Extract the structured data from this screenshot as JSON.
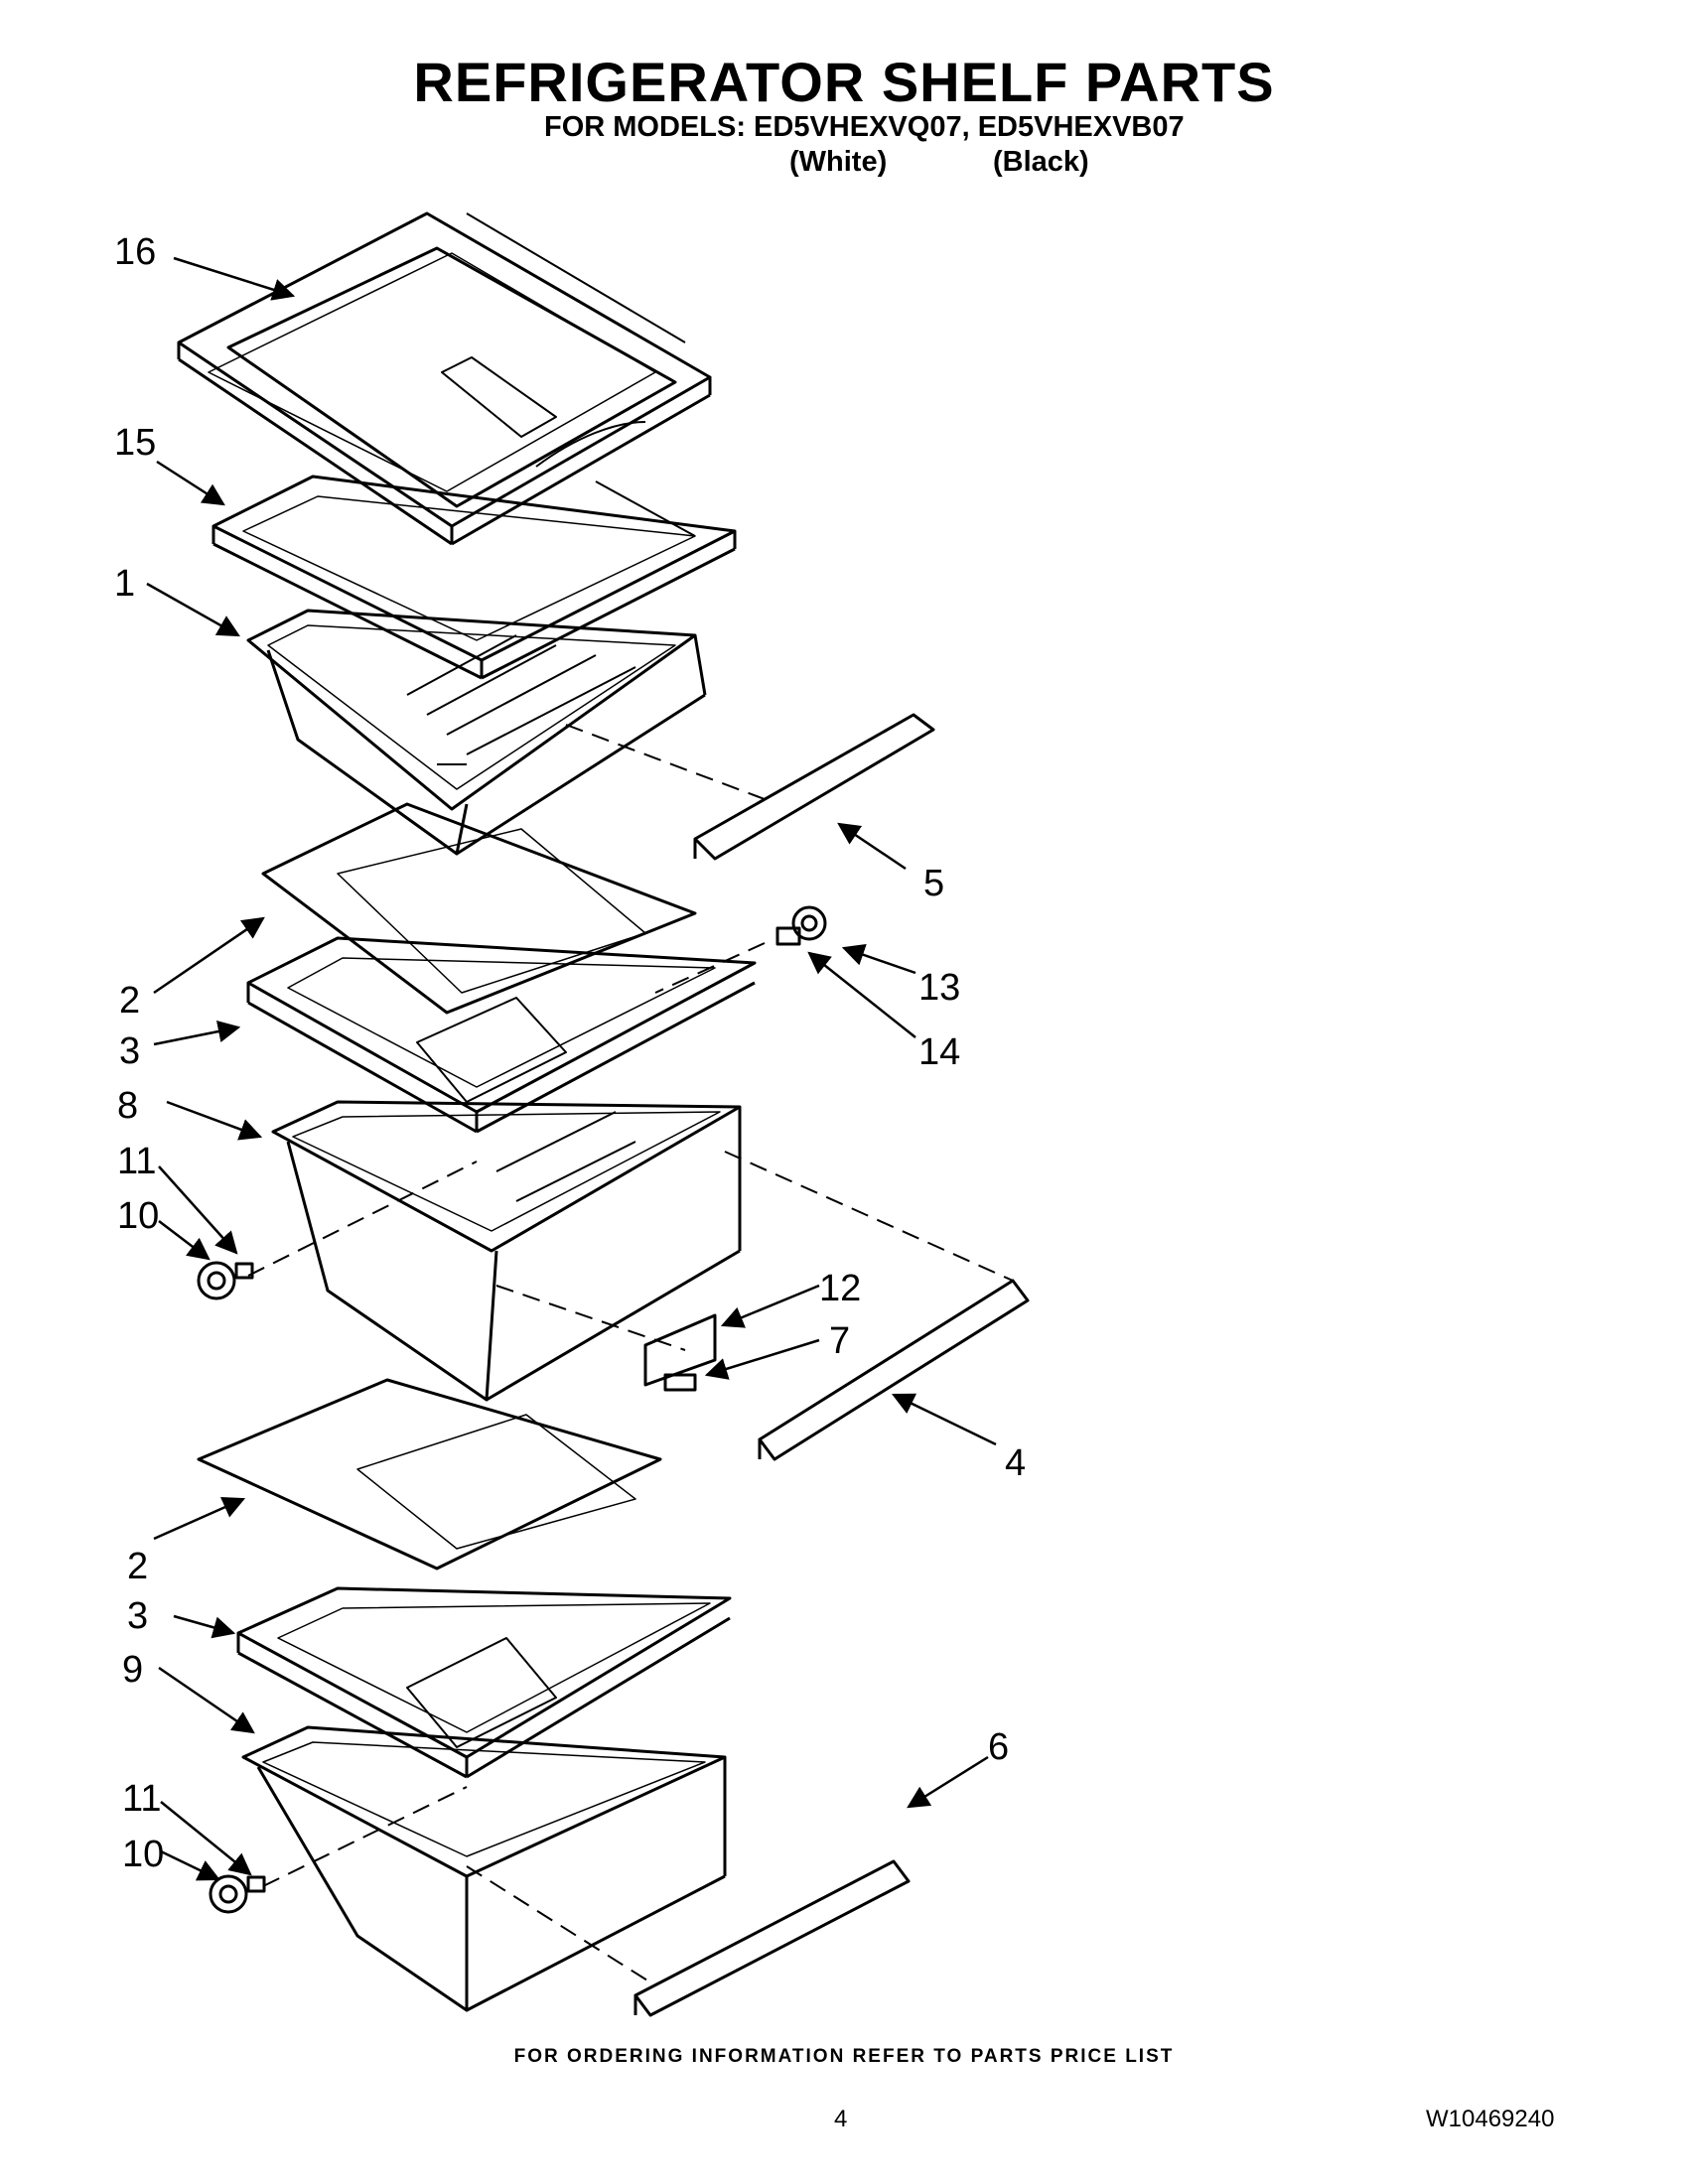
{
  "header": {
    "title": "REFRIGERATOR SHELF PARTS",
    "subtitle": "FOR MODELS: ED5VHEXVQ07, ED5VHEXVB07",
    "variant_white": "(White)",
    "variant_black": "(Black)"
  },
  "callouts": [
    "16",
    "15",
    "1",
    "5",
    "2",
    "13",
    "3",
    "14",
    "8",
    "11",
    "10",
    "12",
    "7",
    "4",
    "2",
    "3",
    "9",
    "6",
    "11",
    "10"
  ],
  "footer": {
    "ordering_note": "FOR ORDERING INFORMATION REFER TO PARTS PRICE LIST",
    "page_number": "4",
    "document_id": "W10469240"
  }
}
